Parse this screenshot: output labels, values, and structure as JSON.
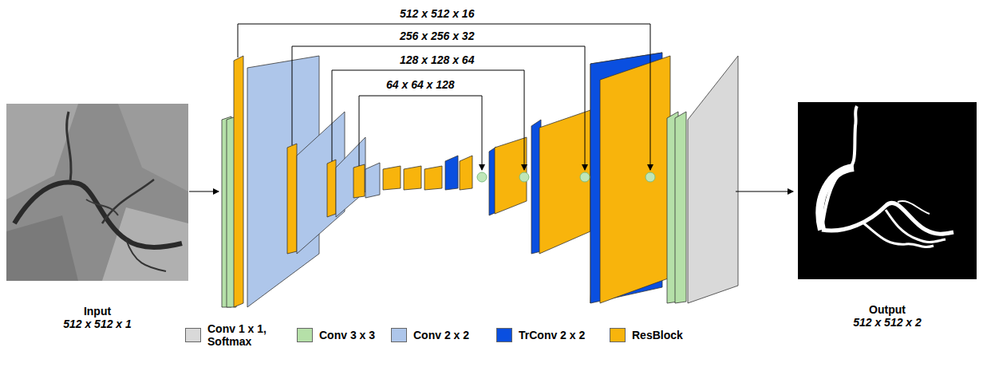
{
  "diagram": {
    "nodes": [
      {
        "text": [
          "Input",
          "512 x 512 x 1"
        ]
      },
      {
        "text": [
          "Output",
          "512 x 512 x 2"
        ]
      }
    ],
    "labels": [
      "512 x 512 x 16",
      "256 x 256 x 32",
      "128 x 128 x 64",
      "64 x 64 x 128"
    ],
    "legend": [
      {
        "text": "Conv 1 x 1, Softmax",
        "color": "#d9d9d9"
      },
      {
        "text": "Conv 3 x 3",
        "color": "#b5e0a8"
      },
      {
        "text": "Conv 2 x 2",
        "color": "#aec6ea"
      },
      {
        "text": "TrConv 2 x 2",
        "color": "#0a4fe0"
      },
      {
        "text": "ResBlock",
        "color": "#f8b40c"
      }
    ]
  }
}
